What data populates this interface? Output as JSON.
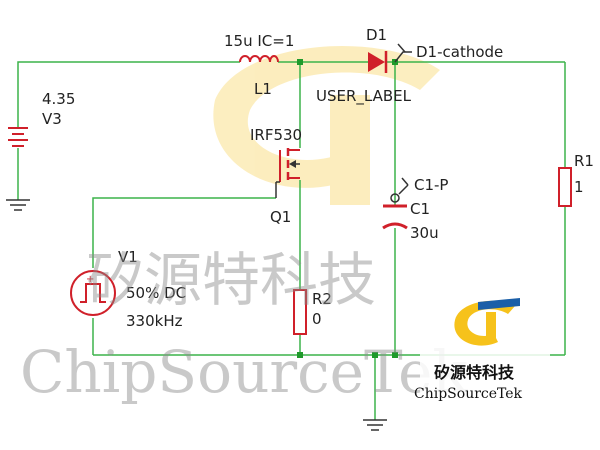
{
  "schematic": {
    "components": {
      "V3": {
        "ref": "V3",
        "value": "4.35"
      },
      "L1": {
        "ref": "L1",
        "value": "15u IC=1"
      },
      "D1": {
        "ref": "D1"
      },
      "Q1": {
        "ref": "Q1",
        "value": "IRF530"
      },
      "V1": {
        "ref": "V1",
        "duty": "50% DC",
        "freq": "330kHz"
      },
      "R2": {
        "ref": "R2",
        "value": "0"
      },
      "C1": {
        "ref": "C1",
        "value": "30u"
      },
      "R1": {
        "ref": "R1",
        "value": "1"
      }
    },
    "probes": {
      "d1_cathode": "D1-cathode",
      "c1_p": "C1-P"
    },
    "user_label": "USER_LABEL"
  },
  "watermark": {
    "cn": "矽源特科技",
    "en": "ChipSourceTek"
  },
  "logo": {
    "cn": "矽源特科技",
    "en": "ChipSourceTek"
  },
  "colors": {
    "wire": "#3cb34a",
    "component": "#d0202a",
    "node": "#1f9a2b",
    "ground": "#333333",
    "logo_yellow": "#f6c21b",
    "logo_blue": "#1b5fa8"
  }
}
